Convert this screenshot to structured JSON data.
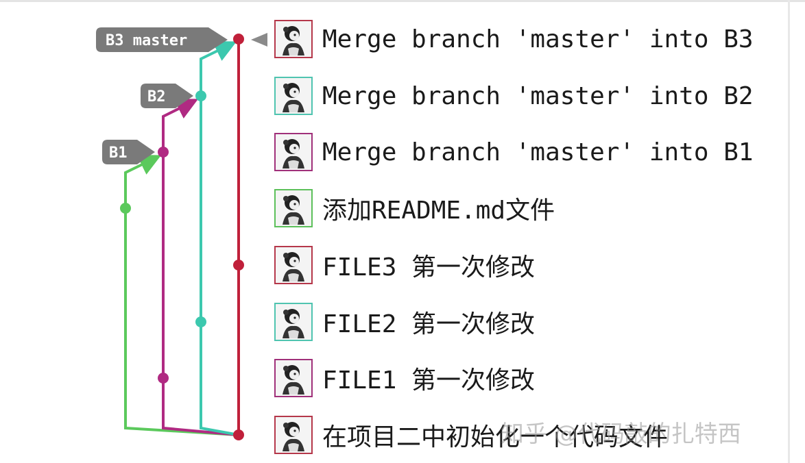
{
  "branch_labels": [
    {
      "id": "b3",
      "text": "B3 master"
    },
    {
      "id": "b2",
      "text": "B2"
    },
    {
      "id": "b1",
      "text": "B1"
    }
  ],
  "commits": [
    {
      "message": "Merge branch 'master' into B3",
      "avatar_border": "#b5374a"
    },
    {
      "message": "Merge branch 'master' into B2",
      "avatar_border": "#4fc4b0"
    },
    {
      "message": "Merge branch 'master' into B1",
      "avatar_border": "#a0307a"
    },
    {
      "message": "添加README.md文件",
      "avatar_border": "#5cc05a"
    },
    {
      "message": "FILE3 第一次修改",
      "avatar_border": "#b5374a"
    },
    {
      "message": "FILE2 第一次修改",
      "avatar_border": "#4fc4b0"
    },
    {
      "message": "FILE1 第一次修改",
      "avatar_border": "#a0307a"
    },
    {
      "message": "在项目二中初始化一个代码文件",
      "avatar_border": "#b5374a"
    }
  ],
  "watermark": "知乎 @代码敲的扎特西",
  "colors": {
    "branch_b3_master": "#c0203a",
    "branch_b2": "#3cc8ae",
    "branch_b1": "#b02a82",
    "branch_green": "#5bc95c",
    "label_bg": "#7a7a7a",
    "label_text": "#ffffff"
  },
  "icons": {
    "avatar": "cartoon-avatar-icon",
    "head_pointer": "triangle-left-icon"
  }
}
